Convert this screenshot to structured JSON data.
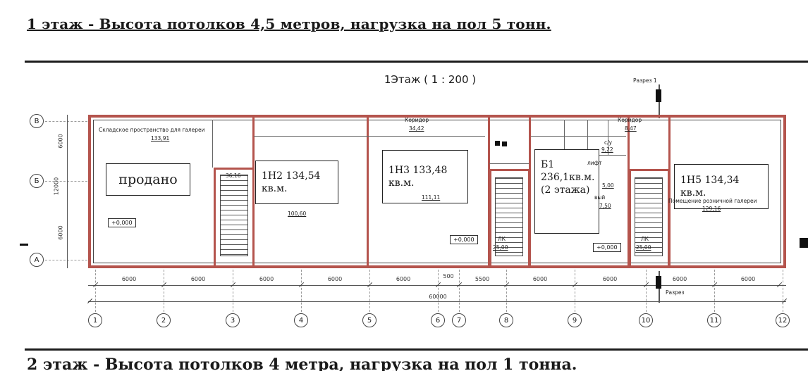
{
  "page": {
    "heading": "1 этаж - Высота потолков 4,5 метров, нагрузка на пол 5 тонн.",
    "footer_partial": "2 этаж - Высота потолков 4 метра, нагрузка на пол 1 тонна."
  },
  "colors": {
    "outline_red": "#b4544d"
  },
  "plan": {
    "title": "1Этаж ( 1 : 200 )",
    "section_top": "Разрез 1",
    "section_bottom": "Разрез",
    "row_axes": [
      "В",
      "Б",
      "А"
    ],
    "col_axes": [
      "1",
      "2",
      "3",
      "4",
      "5",
      "6",
      "7",
      "8",
      "9",
      "10",
      "11",
      "12"
    ],
    "left_dims": [
      "6000",
      "12000",
      "6000"
    ],
    "bottom_dims": [
      "6000",
      "6000",
      "6000",
      "6000",
      "6000",
      "500",
      "5500",
      "6000",
      "6000",
      "6000",
      "6000"
    ],
    "total_dim": "60000",
    "units": [
      {
        "label": "продано"
      },
      {
        "label": "1Н2 134,54 кв.м."
      },
      {
        "label": "1Н3 133,48 кв.м."
      },
      {
        "label": "Б1 236,1кв.м.(2 этажа)"
      },
      {
        "label": "1Н5 134,34 кв.м."
      }
    ],
    "levels": [
      "+0,000",
      "+0,000",
      "+0,000"
    ],
    "annotations": [
      {
        "text": "Складское пространство для галереи"
      },
      {
        "text": "133,91"
      },
      {
        "text": "Коридор"
      },
      {
        "text": "34,42"
      },
      {
        "text": "Коридор"
      },
      {
        "text": "8,47"
      },
      {
        "text": "100,60"
      },
      {
        "text": "111,11"
      },
      {
        "text": "Помещение розничной галереи"
      },
      {
        "text": "129,16"
      },
      {
        "text": "ЛК"
      },
      {
        "text": "25,00"
      },
      {
        "text": "ЛК"
      },
      {
        "text": "25,00"
      },
      {
        "text": "36,16"
      },
      {
        "text": "с/у"
      },
      {
        "text": "9,22"
      },
      {
        "text": "лифт"
      },
      {
        "text": "5,00"
      },
      {
        "text": "вый"
      },
      {
        "text": "7,50"
      }
    ]
  }
}
